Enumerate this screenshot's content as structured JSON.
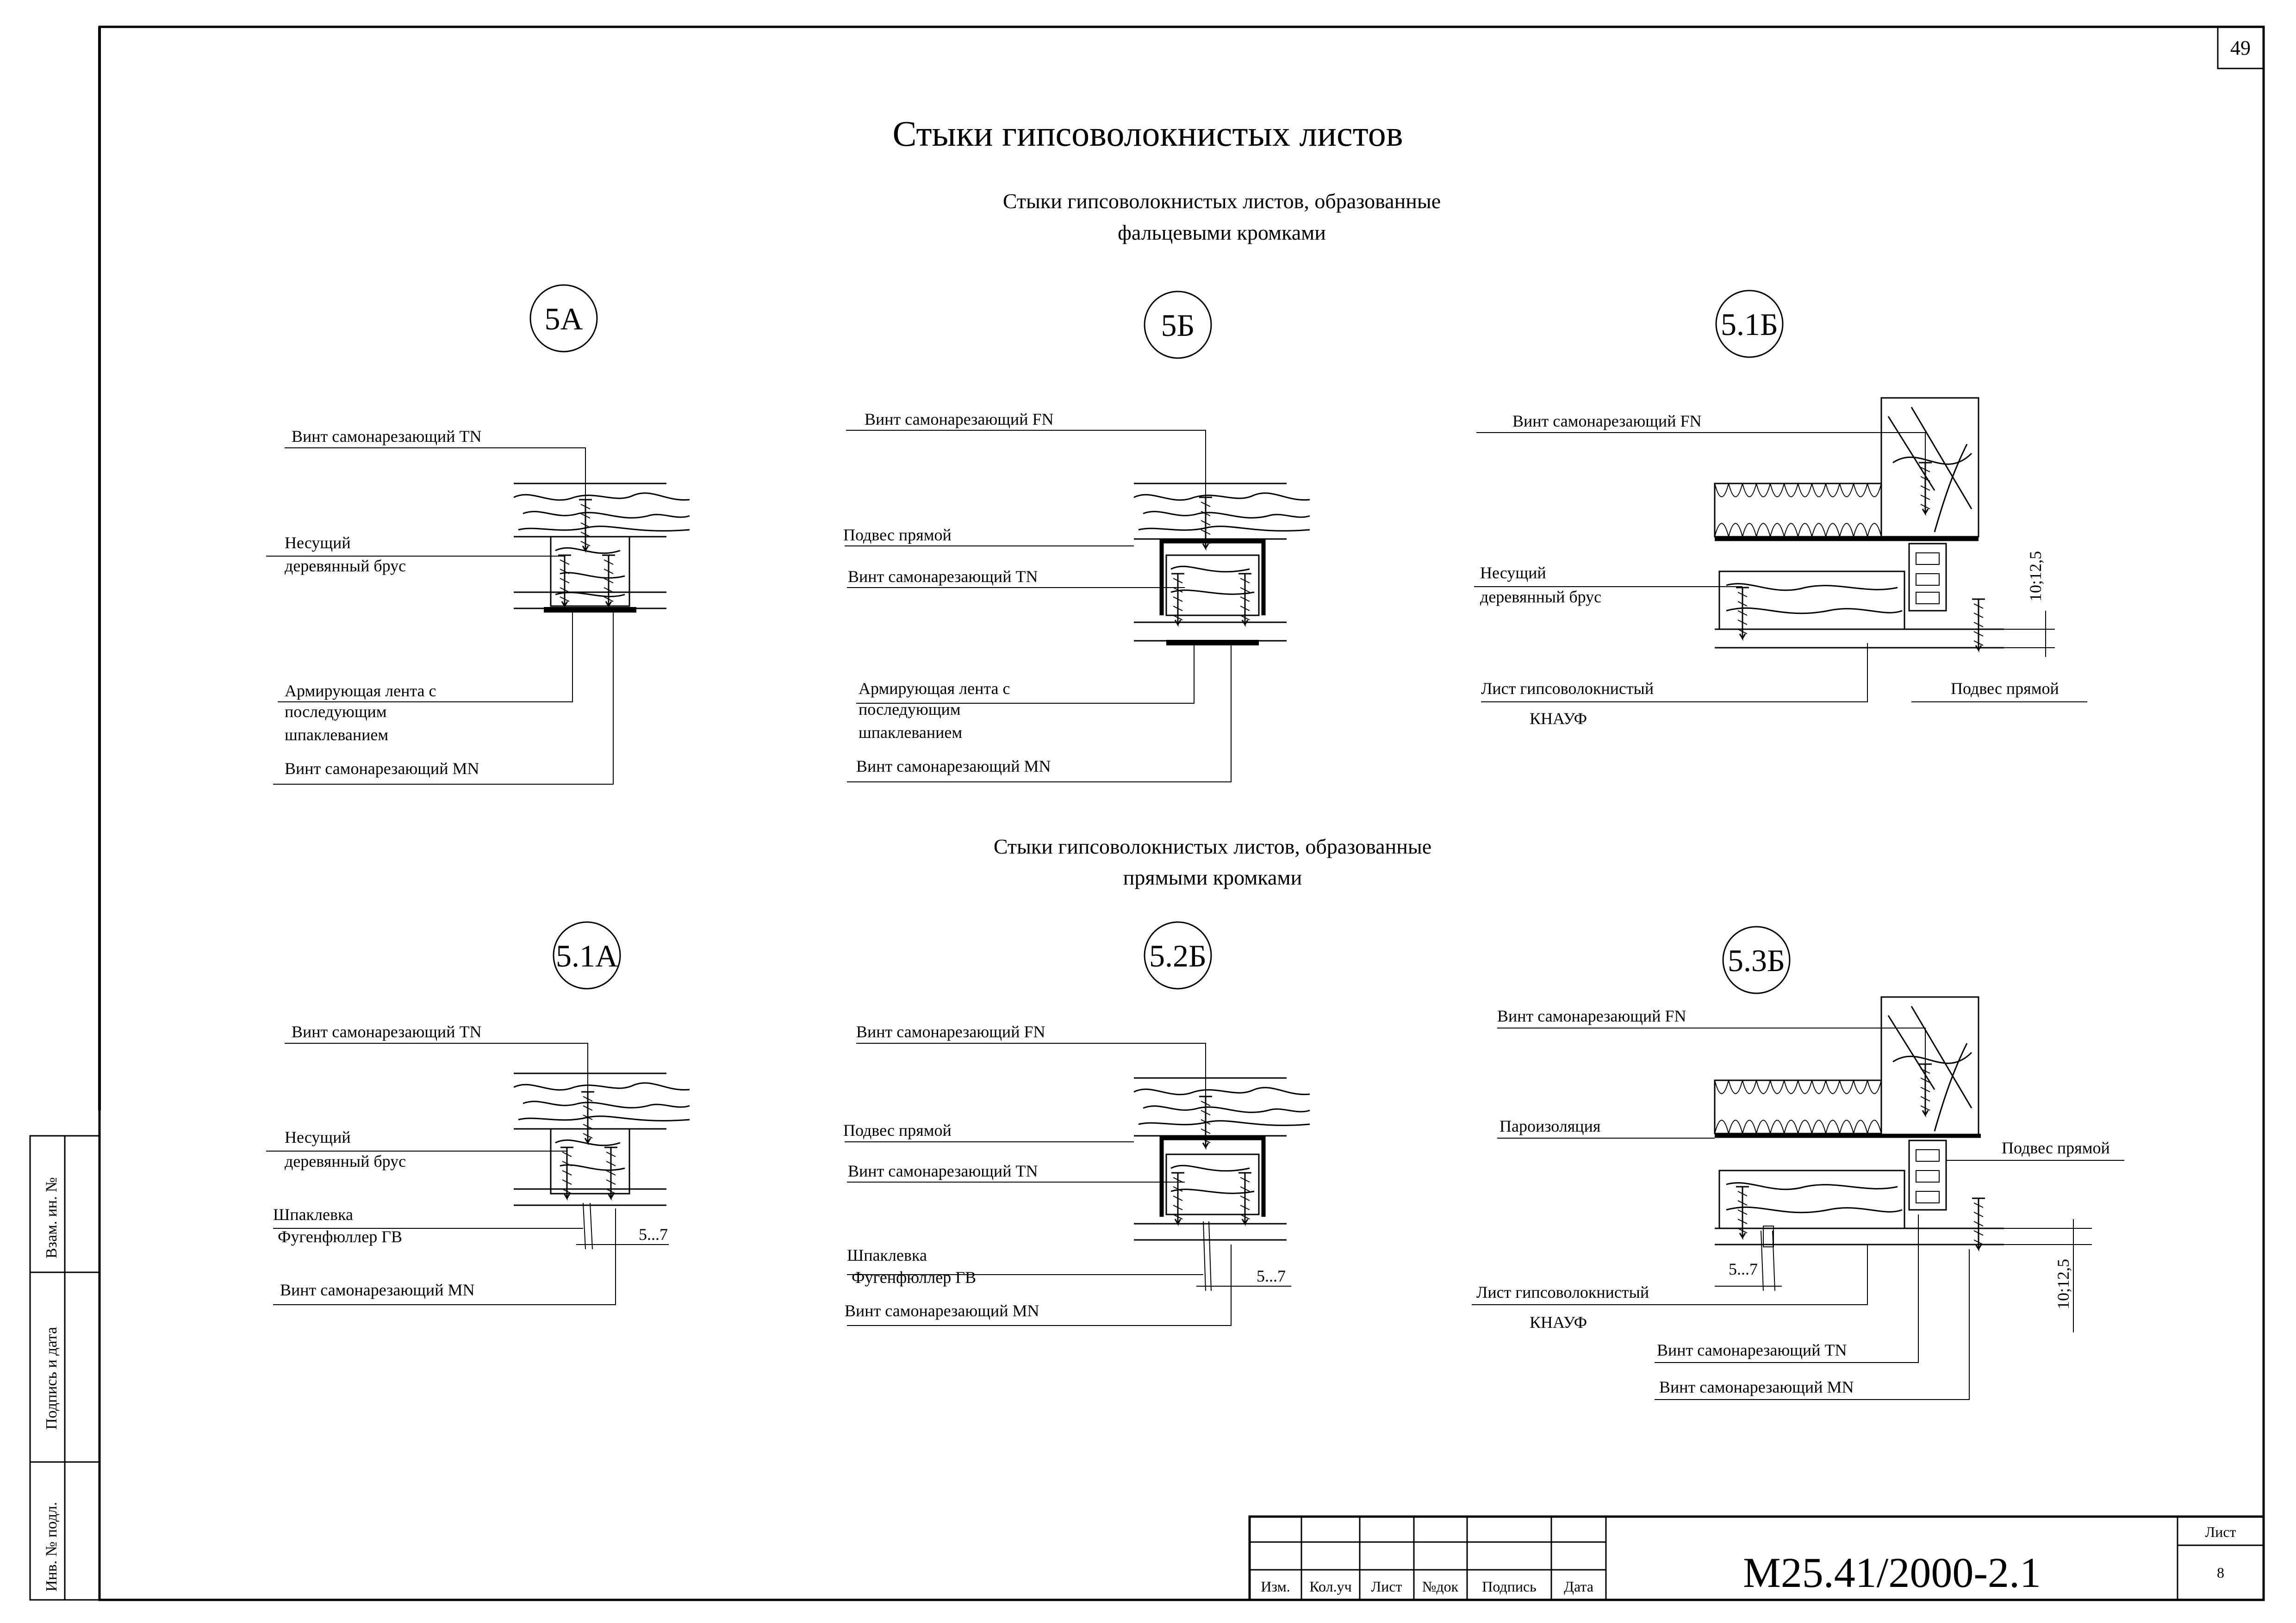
{
  "sheet": {
    "page_number": "49",
    "title": "Стыки гипсоволокнистых листов",
    "section_folded_line1": "Стыки гипсоволокнистых листов, образованные",
    "section_folded_line2": "фальцевыми кромками",
    "section_straight_line1": "Стыки гипсоволокнистых листов, образованные",
    "section_straight_line2": "прямыми кромками"
  },
  "details": {
    "d5a": {
      "badge": "5А",
      "labels": [
        "Винт самонарезающий   TN",
        "Несущий",
        "деревянный брус",
        "Армирующая лента с",
        " последующим",
        "шпаклеванием",
        "Винт самонарезающий  MN"
      ]
    },
    "d5b": {
      "badge": "5Б",
      "labels": [
        "Винт самонарезающий   FN",
        "Подвес прямой",
        "Винт самонарезающий   TN",
        "Армирующая лента с",
        " последующим",
        "шпаклеванием",
        "Винт самонарезающий    MN"
      ]
    },
    "d51b": {
      "badge": "5.1Б",
      "labels": [
        "Винт самонарезающий   FN",
        "Несущий",
        "деревянный брус",
        "Лист гипсоволокнистый",
        "КНАУФ",
        "Подвес прямой",
        "10;12,5"
      ]
    },
    "d51a": {
      "badge": "5.1А",
      "labels": [
        "Винт самонарезающий   TN",
        "Несущий",
        "деревянный брус",
        "Шпаклевка",
        "Фугенфюллер  ГВ",
        "5...7",
        "Винт самонарезающий  MN"
      ]
    },
    "d52b": {
      "badge": "5.2Б",
      "labels": [
        "Винт самонарезающий   FN",
        "Подвес прямой",
        "Винт самонарезающий  TN",
        "Шпаклевка",
        "Фугенфюллер  ГВ",
        "5...7",
        "Винт самонарезающий  MN"
      ]
    },
    "d53b": {
      "badge": "5.3Б",
      "labels": [
        "Винт самонарезающий  FN",
        "Пароизоляция",
        "Подвес прямой",
        "5...7",
        "Лист гипсоволокнистый",
        "КНАУФ",
        "10;12,5",
        "Винт самонарезающий  TN",
        "Винт самонарезающий   MN"
      ]
    }
  },
  "side_stamp": {
    "cell1": "Взам. ин. №",
    "cell2": "Подпись и дата",
    "cell3": "Инв. № подл."
  },
  "title_block": {
    "columns": [
      "Изм.",
      "Кол.уч",
      "Лист",
      "№док",
      "Подпись",
      "Дата"
    ],
    "document_code": "М25.41/2000-2.1",
    "sheet_label": "Лист",
    "sheet_number": "8"
  }
}
